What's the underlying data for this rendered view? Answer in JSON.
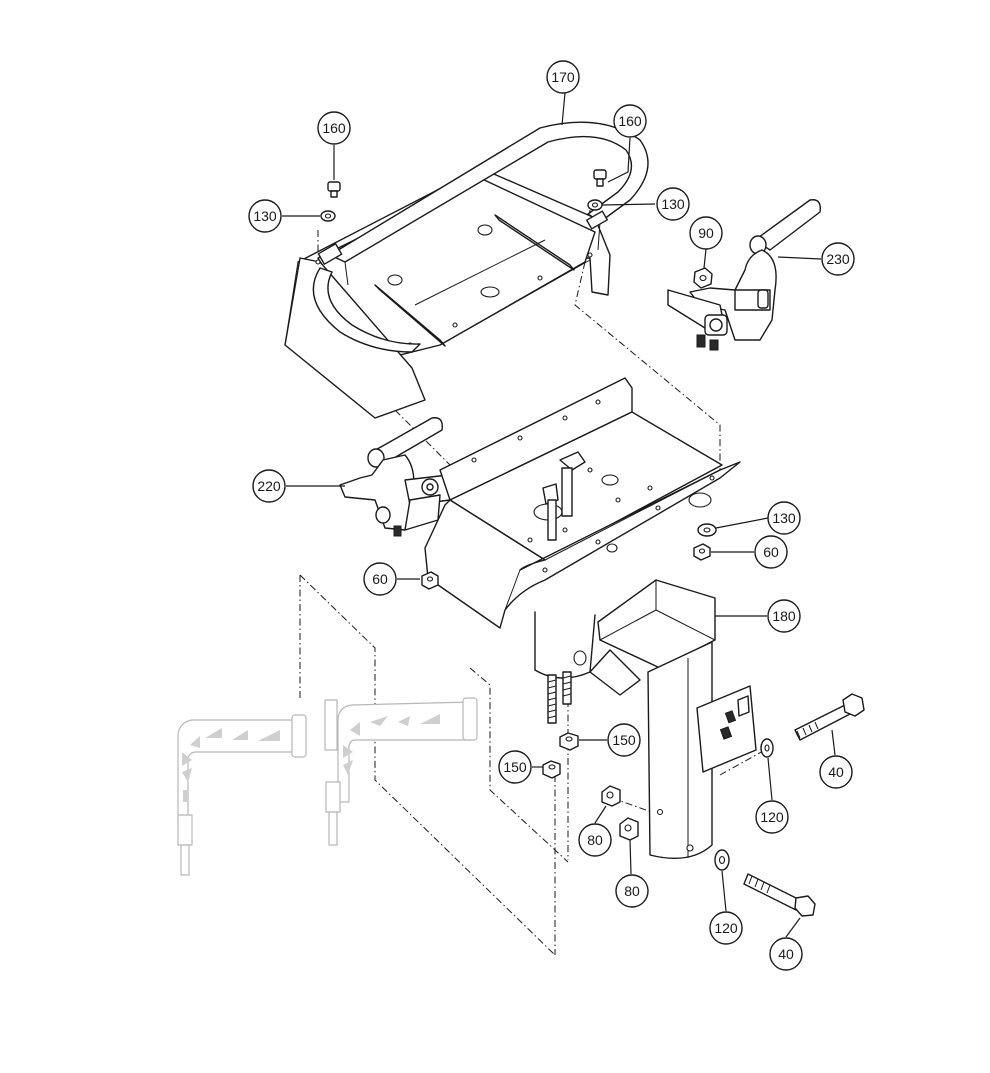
{
  "callouts": [
    {
      "id": "c170",
      "label": "170"
    },
    {
      "id": "c160a",
      "label": "160"
    },
    {
      "id": "c160b",
      "label": "160"
    },
    {
      "id": "c130a",
      "label": "130"
    },
    {
      "id": "c130b",
      "label": "130"
    },
    {
      "id": "c90",
      "label": "90"
    },
    {
      "id": "c230",
      "label": "230"
    },
    {
      "id": "c220",
      "label": "220"
    },
    {
      "id": "c130c",
      "label": "130"
    },
    {
      "id": "c60a",
      "label": "60"
    },
    {
      "id": "c60b",
      "label": "60"
    },
    {
      "id": "c180",
      "label": "180"
    },
    {
      "id": "c150a",
      "label": "150"
    },
    {
      "id": "c150b",
      "label": "150"
    },
    {
      "id": "c40a",
      "label": "40"
    },
    {
      "id": "c120a",
      "label": "120"
    },
    {
      "id": "c80a",
      "label": "80"
    },
    {
      "id": "c80b",
      "label": "80"
    },
    {
      "id": "c120b",
      "label": "120"
    },
    {
      "id": "c40b",
      "label": "40"
    }
  ]
}
